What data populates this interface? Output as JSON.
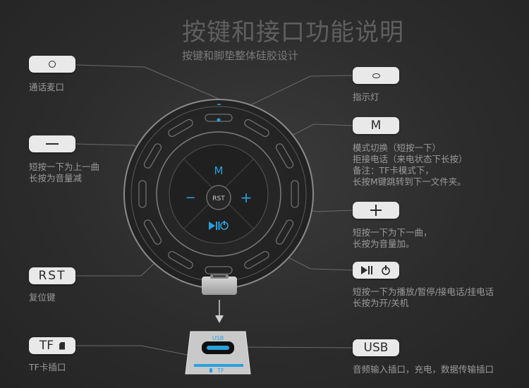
{
  "header": {
    "title": "按键和接口功能说明",
    "subtitle": "按键和脚垫整体硅胶设计"
  },
  "labels": {
    "mic": {
      "desc": "通话麦口"
    },
    "minus": {
      "desc_line1": "短按一下为上一曲",
      "desc_line2": "长按为音量减"
    },
    "rst": {
      "text": "RST",
      "desc": "复位键"
    },
    "tf": {
      "text": "TF",
      "desc": "TF卡插口"
    },
    "indicator": {
      "desc": "指示灯"
    },
    "m": {
      "text": "M",
      "desc_line1": "模式切换（短按一下）",
      "desc_line2": "拒接电话（来电状态下长按）",
      "desc_line3": "备注：TF卡模式下，",
      "desc_line4": "长按M键跳转到下一文件夹。"
    },
    "plus": {
      "desc_line1": "短按一下为下一曲，",
      "desc_line2": "长按为音量加。"
    },
    "playpause": {
      "desc_line1": "短按一下为播放/暂停/接电话/挂电话",
      "desc_line2": "长按为开/关机"
    },
    "usb": {
      "text": "USB",
      "desc": "音频输入插口，充电，数据传输插口"
    }
  },
  "device": {
    "m_key": "M",
    "rst_key": "RST",
    "minus_key": "−",
    "plus_key": "+",
    "port_usb": "USB",
    "port_tf": "TF"
  },
  "colors": {
    "accent_blue": "#2aa0dc",
    "label_bg": "#e9e9e9"
  }
}
